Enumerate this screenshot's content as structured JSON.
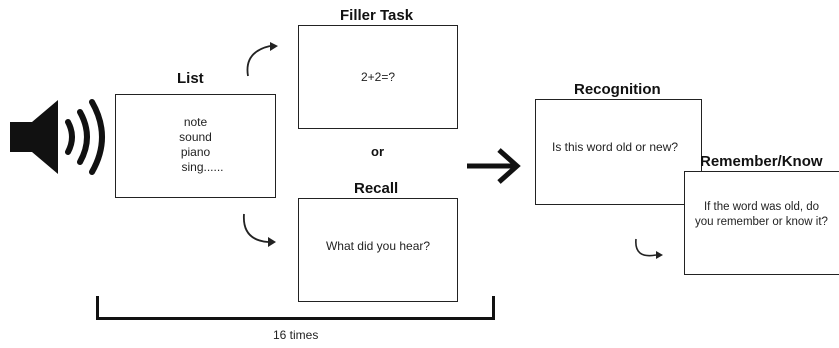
{
  "list": {
    "heading": "List",
    "words": [
      "note",
      "sound",
      "piano",
      "sing......"
    ]
  },
  "filler_task": {
    "heading": "Filler Task",
    "content": "2+2=?"
  },
  "connector_or": "or",
  "recall": {
    "heading": "Recall",
    "content": "What did you hear?"
  },
  "recognition": {
    "heading": "Recognition",
    "content": "Is this word old or new?"
  },
  "remember_know": {
    "heading": "Remember/Know",
    "content_lines": [
      "If the word was old,  do",
      "you remember or know it?"
    ]
  },
  "repeat_label": "16 times",
  "icons": {
    "speaker": "speaker-sound-icon",
    "arrow_up": "curved-arrow-up-icon",
    "arrow_down": "curved-arrow-down-icon",
    "arrow_right": "arrow-right-icon",
    "arrow_small": "curved-arrow-small-icon"
  }
}
